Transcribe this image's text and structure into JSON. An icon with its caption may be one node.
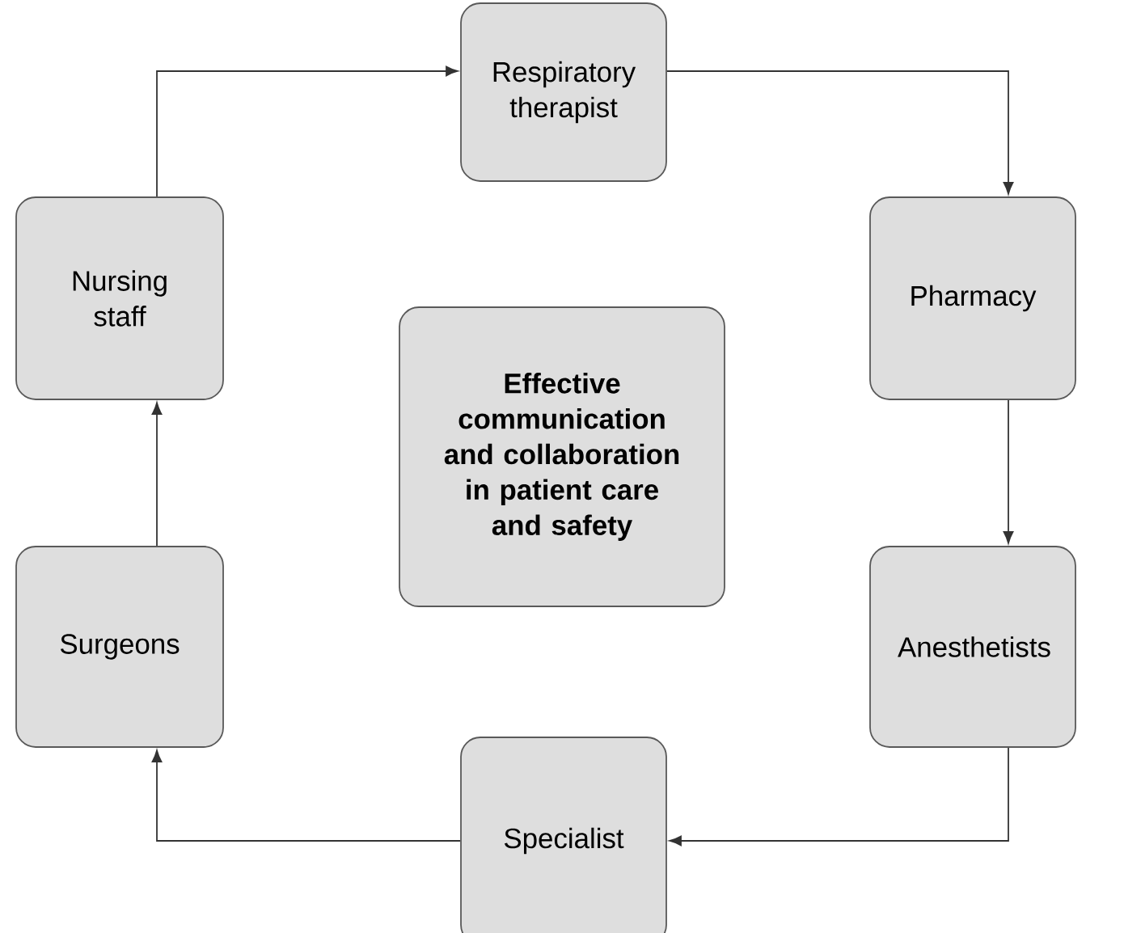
{
  "diagram": {
    "nodes": [
      {
        "text": [
          "Respiratory therapist"
        ]
      },
      {
        "text": [
          "Nursing staff"
        ]
      },
      {
        "text": [
          "Pharmacy"
        ]
      },
      {
        "text": [
          "**Effective communication and collaboration in patient care and safety**"
        ]
      },
      {
        "text": [
          "Surgeons"
        ]
      },
      {
        "text": [
          "Anesthetists"
        ]
      },
      {
        "text": [
          "Specialist"
        ]
      }
    ],
    "edges": [
      {
        "from": 1,
        "to": 0,
        "arrow": "to"
      },
      {
        "from": 0,
        "to": 2,
        "arrow": "to"
      },
      {
        "from": 2,
        "to": 5,
        "arrow": "to"
      },
      {
        "from": 5,
        "to": 6,
        "arrow": "to"
      },
      {
        "from": 6,
        "to": 4,
        "arrow": "to"
      },
      {
        "from": 4,
        "to": 1,
        "arrow": "to"
      }
    ]
  }
}
